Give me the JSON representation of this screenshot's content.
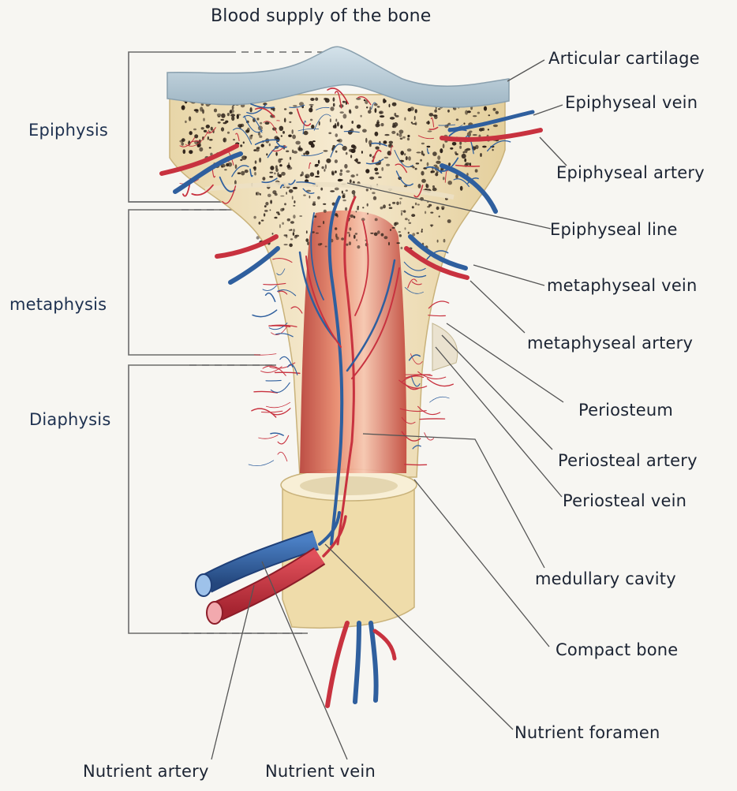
{
  "title": "Blood supply of the bone",
  "regions": {
    "epiphysis": "Epiphysis",
    "metaphysis": "metaphysis",
    "diaphysis": "Diaphysis"
  },
  "labels": {
    "articular_cartilage": "Articular cartilage",
    "epiphyseal_vein": "Epiphyseal vein",
    "epiphyseal_artery": "Epiphyseal artery",
    "epiphyseal_line": "Epiphyseal line",
    "metaphyseal_vein": "metaphyseal vein",
    "metaphyseal_artery": "metaphyseal artery",
    "periosteum": "Periosteum",
    "periosteal_artery": "Periosteal artery",
    "periosteal_vein": "Periosteal vein",
    "medullary_cavity": "medullary cavity",
    "compact_bone": "Compact bone",
    "nutrient_foramen": "Nutrient foramen",
    "nutrient_artery": "Nutrient artery",
    "nutrient_vein": "Nutrient vein"
  },
  "colors": {
    "artery": "#c8323f",
    "vein": "#2f5f9e",
    "bone": "#f1e3bc",
    "cartilage": "#b9cbd6",
    "marrow": "#d9604a",
    "leader": "#4a4a4a"
  }
}
